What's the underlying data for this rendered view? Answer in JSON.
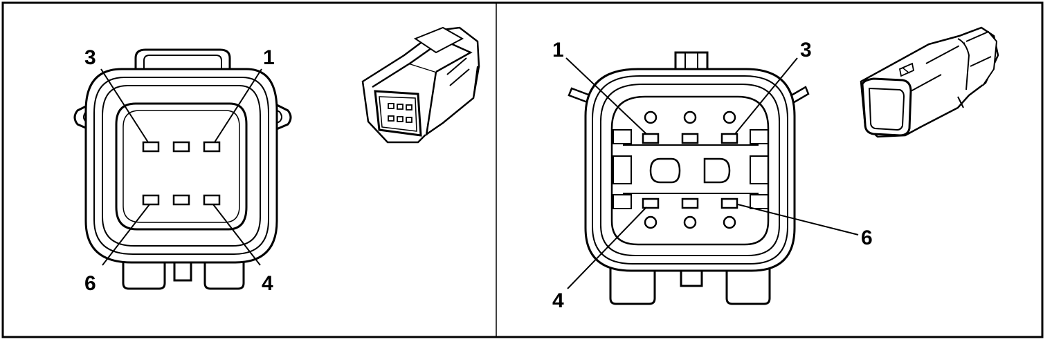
{
  "panels": [
    {
      "id": "left",
      "callouts": [
        "3",
        "1",
        "6",
        "4"
      ]
    },
    {
      "id": "right",
      "callouts": [
        "1",
        "3",
        "4",
        "6"
      ]
    }
  ]
}
